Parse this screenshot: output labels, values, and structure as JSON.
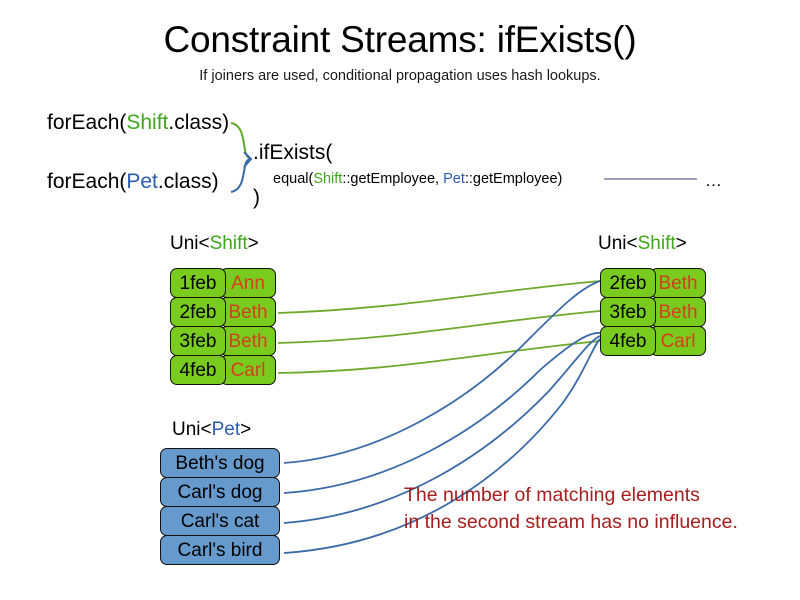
{
  "slide": {
    "title": "Constraint Streams: ifExists()",
    "subtitle": "If joiners are used, conditional propagation uses hash lookups."
  },
  "code": {
    "for_each_shift": {
      "prefix": "forEach(",
      "type": "Shift",
      "suffix": ".class)"
    },
    "for_each_pet": {
      "prefix": "forEach(",
      "type": "Pet",
      "suffix": ".class)"
    },
    "if_exists": ".ifExists(",
    "equal": {
      "prefix": "equal(",
      "left_type": "Shift",
      "left_method": "::getEmployee, ",
      "right_type": "Pet",
      "right_method": "::getEmployee)"
    },
    "close_paren": ")",
    "ellipsis": "…"
  },
  "streams": {
    "left_shift": {
      "label_prefix": "Uni<",
      "label_type": "Shift",
      "label_suffix": ">",
      "rows": [
        {
          "date": "1feb",
          "name": "Ann"
        },
        {
          "date": "2feb",
          "name": "Beth"
        },
        {
          "date": "3feb",
          "name": "Beth"
        },
        {
          "date": "4feb",
          "name": "Carl"
        }
      ]
    },
    "right_shift": {
      "label_prefix": "Uni<",
      "label_type": "Shift",
      "label_suffix": ">",
      "rows": [
        {
          "date": "2feb",
          "name": "Beth"
        },
        {
          "date": "3feb",
          "name": "Beth"
        },
        {
          "date": "4feb",
          "name": "Carl"
        }
      ]
    },
    "pet": {
      "label_prefix": "Uni<",
      "label_type": "Pet",
      "label_suffix": ">",
      "rows": [
        {
          "name": "Beth's dog"
        },
        {
          "name": "Carl's dog"
        },
        {
          "name": "Carl's cat"
        },
        {
          "name": "Carl's bird"
        }
      ]
    }
  },
  "annotation": {
    "line1": "The number of matching elements",
    "line2": "in the second stream has no influence."
  },
  "colors": {
    "green_fill": "#79CC1E",
    "blue_fill": "#6699CC",
    "name_text": "#D2401E",
    "green_wire": "#6DAA2C",
    "blue_wire": "#3B6AA8",
    "annotation_red": "#A81D1D",
    "keyword_green": "#3FA61B",
    "keyword_blue": "#2B5CAE",
    "rule_purple": "#8878A0",
    "card_border": "#111111"
  }
}
